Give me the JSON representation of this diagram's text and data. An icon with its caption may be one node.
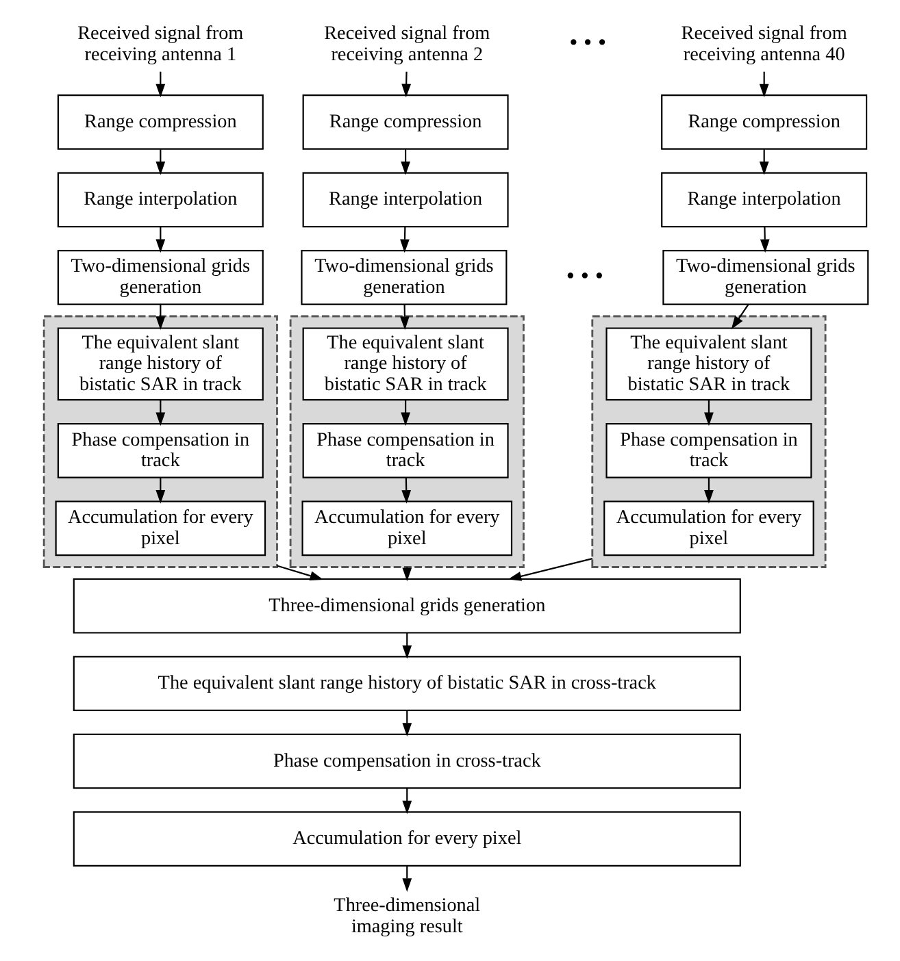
{
  "diagram": {
    "nodes": [
      {
        "text": [
          "Received signal from receiving antenna 1"
        ]
      },
      {
        "text": [
          "Range compression"
        ]
      },
      {
        "text": [
          "Range interpolation"
        ]
      },
      {
        "text": [
          "Two-dimensional grids generation"
        ]
      },
      {
        "text": [],
        "shape": "box"
      },
      {
        "text": [
          "The equivalent slant range history of bistatic SAR in track"
        ],
        "in": 4
      },
      {
        "text": [
          "Phase compensation in track"
        ],
        "in": 4
      },
      {
        "text": [
          "Accumulation for every pixel"
        ],
        "in": 4
      },
      {
        "text": [
          "Received signal from receiving antenna 2"
        ]
      },
      {
        "text": [
          "Range compression"
        ]
      },
      {
        "text": [
          "Range interpolation"
        ]
      },
      {
        "text": [
          "Two-dimensional grids generation"
        ]
      },
      {
        "text": [],
        "shape": "box"
      },
      {
        "text": [
          "The equivalent slant range history of bistatic SAR in track"
        ],
        "in": 12
      },
      {
        "text": [
          "Phase compensation in track"
        ],
        "in": 12
      },
      {
        "text": [
          "Accumulation for every pixel"
        ],
        "in": 12
      },
      {
        "text": [
          "Received signal from receiving antenna 40"
        ]
      },
      {
        "text": [
          "Range compression"
        ]
      },
      {
        "text": [
          "Range interpolation"
        ]
      },
      {
        "text": [
          "Two-dimensional grids generation"
        ]
      },
      {
        "text": [],
        "shape": "box"
      },
      {
        "text": [
          "The equivalent slant range history of bistatic SAR in track"
        ],
        "in": 20
      },
      {
        "text": [
          "Phase compensation in track"
        ],
        "in": 20
      },
      {
        "text": [
          "Accumulation for every pixel"
        ],
        "in": 20
      },
      {
        "text": [
          "Three-dimensional grids generation"
        ]
      },
      {
        "text": [
          "The equivalent slant range history of bistatic SAR in cross-track"
        ]
      },
      {
        "text": [
          "Phase compensation in cross-track"
        ]
      },
      {
        "text": [
          "Accumulation for every pixel"
        ]
      },
      {
        "text": [
          "Three-dimensional imaging result"
        ]
      }
    ],
    "edges": [
      {
        "from": 0,
        "to": 1,
        "arrow": "to"
      },
      {
        "from": 1,
        "to": 2,
        "arrow": "to"
      },
      {
        "from": 2,
        "to": 3,
        "arrow": "to"
      },
      {
        "from": 3,
        "to": 5,
        "arrow": "to"
      },
      {
        "from": 5,
        "to": 6,
        "arrow": "to"
      },
      {
        "from": 6,
        "to": 7,
        "arrow": "to"
      },
      {
        "from": 4,
        "to": 24,
        "arrow": "to"
      },
      {
        "from": 8,
        "to": 9,
        "arrow": "to"
      },
      {
        "from": 9,
        "to": 10,
        "arrow": "to"
      },
      {
        "from": 10,
        "to": 11,
        "arrow": "to"
      },
      {
        "from": 11,
        "to": 13,
        "arrow": "to"
      },
      {
        "from": 13,
        "to": 14,
        "arrow": "to"
      },
      {
        "from": 14,
        "to": 15,
        "arrow": "to"
      },
      {
        "from": 12,
        "to": 24,
        "arrow": "to"
      },
      {
        "from": 16,
        "to": 17,
        "arrow": "to"
      },
      {
        "from": 17,
        "to": 18,
        "arrow": "to"
      },
      {
        "from": 18,
        "to": 19,
        "arrow": "to"
      },
      {
        "from": 19,
        "to": 21,
        "arrow": "to"
      },
      {
        "from": 21,
        "to": 22,
        "arrow": "to"
      },
      {
        "from": 22,
        "to": 23,
        "arrow": "to"
      },
      {
        "from": 20,
        "to": 24,
        "arrow": "to"
      },
      {
        "from": 24,
        "to": 25,
        "arrow": "to"
      },
      {
        "from": 25,
        "to": 26,
        "arrow": "to"
      },
      {
        "from": 26,
        "to": 27,
        "arrow": "to"
      },
      {
        "from": 27,
        "to": 28,
        "arrow": "to"
      }
    ],
    "labels": [
      "• • •",
      "• • •"
    ]
  }
}
